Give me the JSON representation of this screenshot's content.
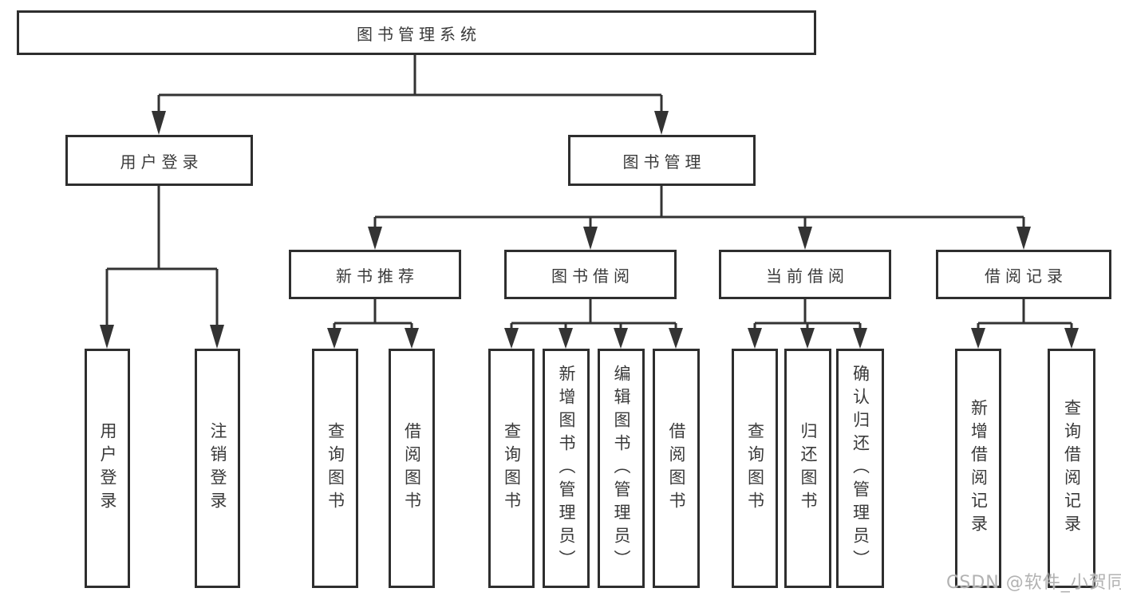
{
  "diagram": {
    "root": "图书管理系统",
    "branches": [
      {
        "label": "用户登录",
        "leaves": [
          "用户登录",
          "注销登录"
        ]
      },
      {
        "label": "图书管理",
        "groups": [
          {
            "label": "新书推荐",
            "leaves": [
              "查询图书",
              "借阅图书"
            ]
          },
          {
            "label": "图书借阅",
            "leaves": [
              "查询图书",
              "新增图书（管理员）",
              "编辑图书（管理员）",
              "借阅图书"
            ]
          },
          {
            "label": "当前借阅",
            "leaves": [
              "查询图书",
              "归还图书",
              "确认归还（管理员）"
            ]
          },
          {
            "label": "借阅记录",
            "leaves": [
              "新增借阅记录",
              "查询借阅记录"
            ]
          }
        ]
      }
    ]
  },
  "watermark": {
    "text": "CSDN @软件_小贺同学"
  },
  "colors": {
    "background": "#ffffff",
    "line": "#333333",
    "box_border": "#2e2e2e",
    "text": "#3a3a3a",
    "watermark": "#b2b2b2"
  }
}
